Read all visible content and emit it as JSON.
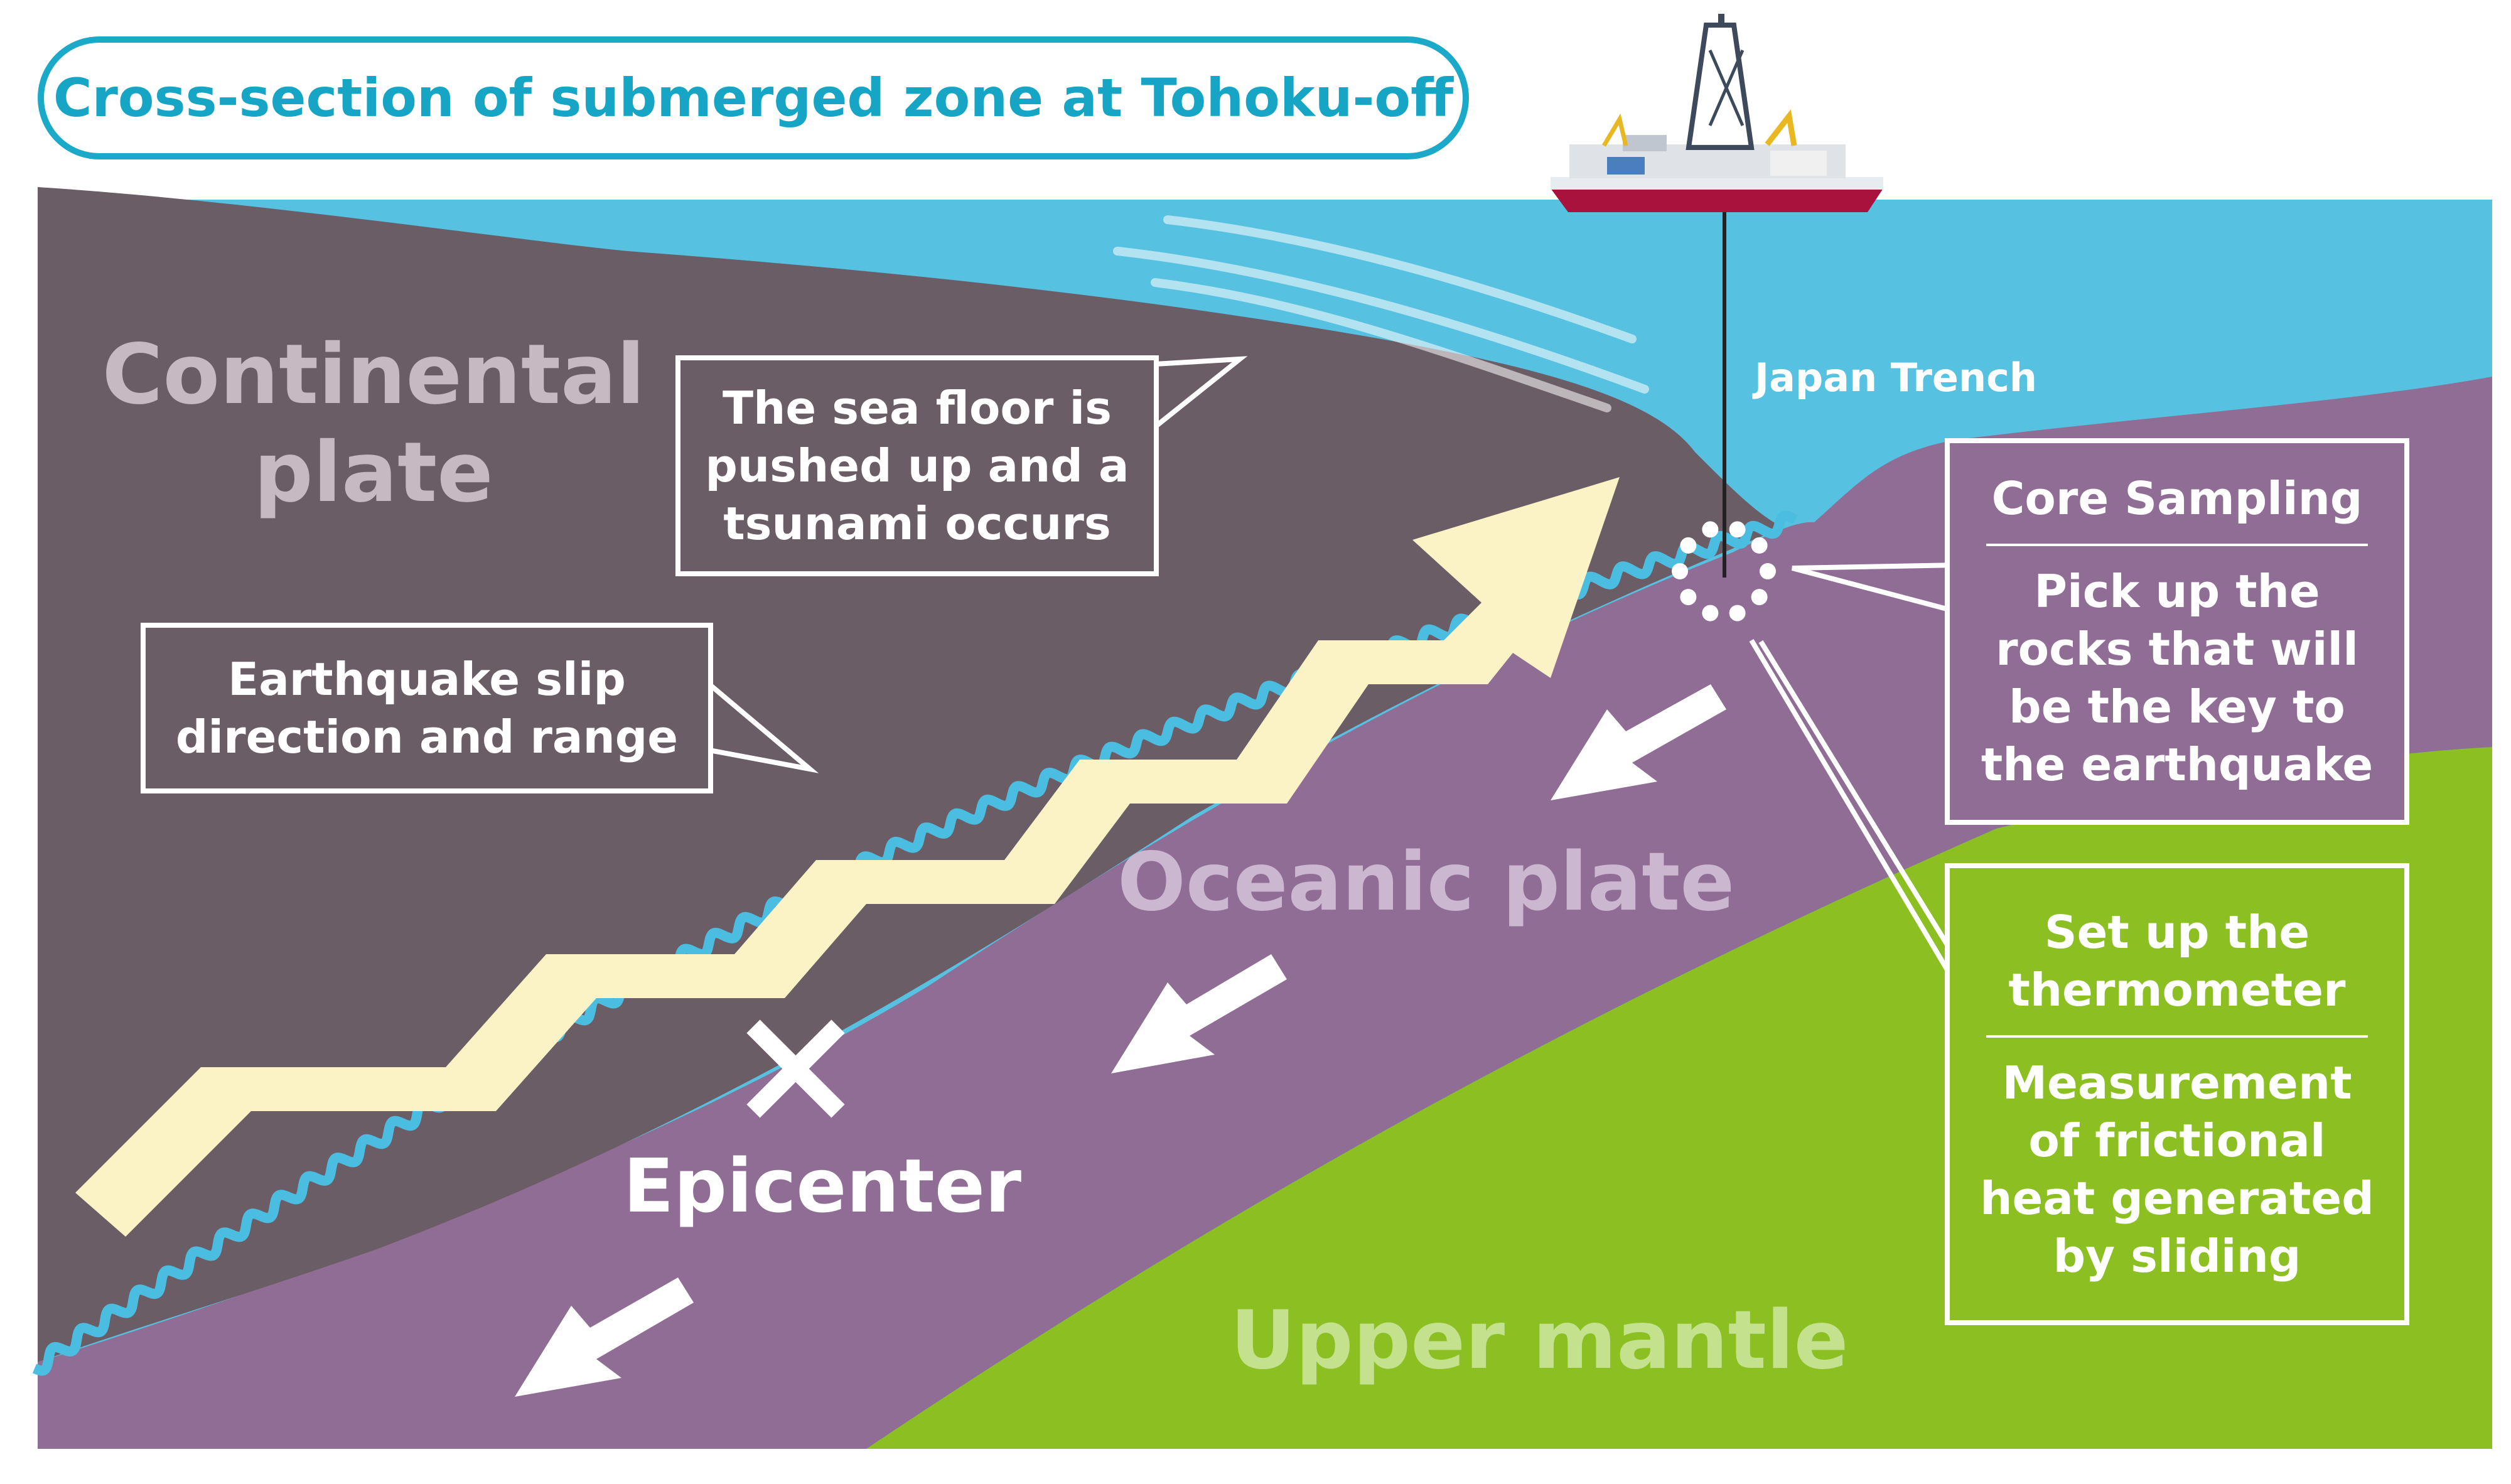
{
  "title": "Cross-section of submerged zone at Tohoku-off",
  "labels": {
    "continental_plate": "Continental\nplate",
    "oceanic_plate": "Oceanic plate",
    "upper_mantle": "Upper mantle",
    "epicenter": "Epicenter",
    "japan_trench": "Japan Trench"
  },
  "callouts": {
    "sea_floor": "The sea floor is\npushed up and a\ntsunami occurs",
    "slip": "Earthquake slip\ndirection and range",
    "core_title": "Core Sampling",
    "core_body": "Pick up the\nrocks that will\nbe the key to\nthe earthquake",
    "thermo_title": "Set up the\nthermometer",
    "thermo_body": "Measurement\nof frictional\nheat generated\nby sliding"
  },
  "colors": {
    "sea": "#57c1e1",
    "continental": "#6b5d66",
    "oceanic": "#8f6d95",
    "mantle": "#8bbf22",
    "title_accent": "#17a5c5",
    "slip_arrow": "#fbf3c6",
    "fault_line": "#4bbde0",
    "continental_text": "#c6b9c1",
    "oceanic_text": "#cbb7cf",
    "mantle_text": "#c4e28e"
  },
  "icons": {
    "ship": "drilling-ship-icon",
    "epicenter_marker": "cross-mark-icon",
    "drill_site": "dotted-circle-icon",
    "plate_motion": "arrow-icon"
  }
}
